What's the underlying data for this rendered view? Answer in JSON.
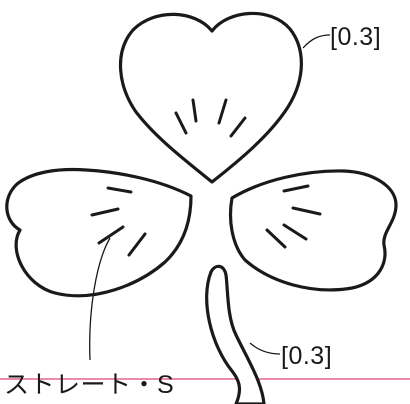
{
  "labels": {
    "top_leaf_value": "[0.3]",
    "stem_value": "[0.3]",
    "stitch_name": "ストレート・S"
  },
  "colors": {
    "outline": "#1a1a1a",
    "guide_line": "#e0457b",
    "background": "#ffffff"
  }
}
